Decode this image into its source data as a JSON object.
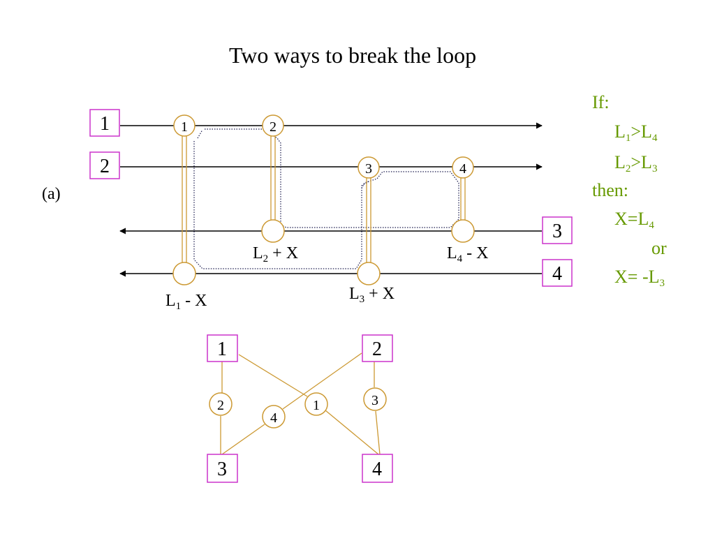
{
  "title": "Two ways to break the loop",
  "panel_label": "(a)",
  "colors": {
    "box": "#cc33cc",
    "link": "#cc9933",
    "condition_text": "#669900",
    "line": "#000000"
  },
  "ports": [
    "1",
    "2",
    "3",
    "4"
  ],
  "nodes": [
    "1",
    "2",
    "3",
    "4"
  ],
  "node_labels": {
    "n1": {
      "main": "L",
      "sub": "1",
      "rest": " - X"
    },
    "n2": {
      "main": "L",
      "sub": "2",
      "rest": " + X"
    },
    "n3": {
      "main": "L",
      "sub": "3",
      "rest": " + X"
    },
    "n4": {
      "main": "L",
      "sub": "4",
      "rest": " - X"
    }
  },
  "condition": {
    "if_label": "If:",
    "c1": {
      "a": "L",
      "a_sub": "1",
      "op": ">L",
      "b_sub": "4"
    },
    "c2": {
      "a": "L",
      "a_sub": "2",
      "op": ">L",
      "b_sub": "3"
    },
    "then_label": "then:",
    "r1": {
      "a": "X=L",
      "a_sub": "4"
    },
    "or_label": "or",
    "r2": {
      "a": "X= -L",
      "a_sub": "3"
    }
  },
  "graph": {
    "ports": [
      "1",
      "2",
      "3",
      "4"
    ],
    "nodes": [
      "2",
      "4",
      "1",
      "3"
    ]
  }
}
